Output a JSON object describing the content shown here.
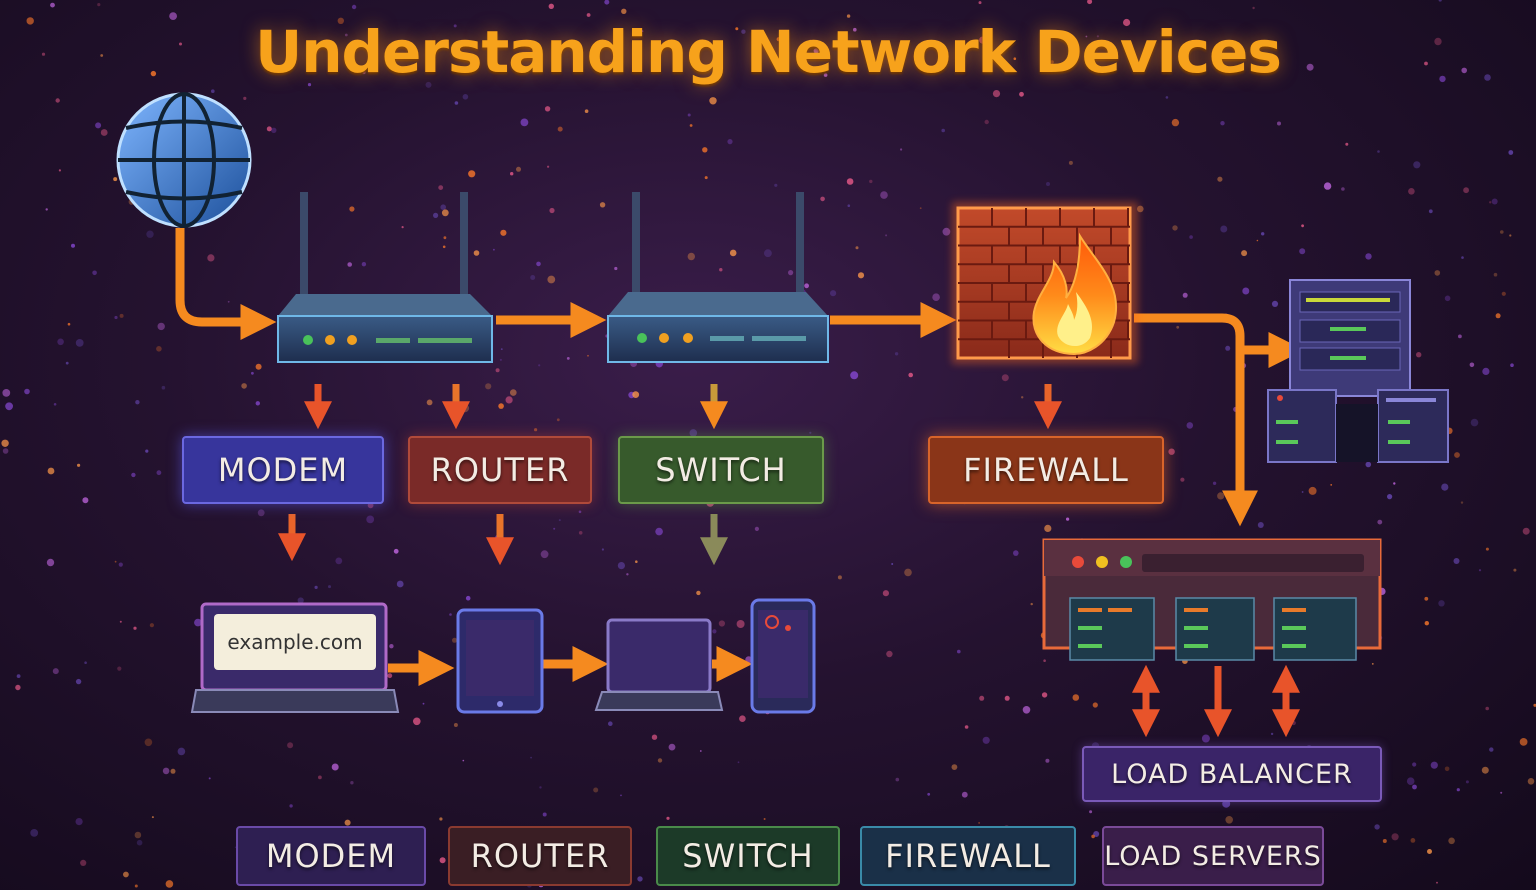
{
  "title": "Understanding Network Devices",
  "labels": {
    "modem": "MODEM",
    "router": "ROUTER",
    "switch": "SWITCH",
    "firewall": "FIREWALL",
    "load_balancer": "LOAD BALANCER"
  },
  "bottom_legend": [
    "MODEM",
    "ROUTER",
    "SWITCH",
    "FIREWALL",
    "LOAD SERVERS"
  ],
  "laptop_url": "example.com",
  "colors": {
    "title": "#f7a21b",
    "arrow": "#f58a1f",
    "modem": "#37359c",
    "router": "#7a2a28",
    "switch": "#375a2c",
    "firewall": "#8a3518",
    "load_balancer": "#3a2468"
  },
  "icons": [
    "globe-icon",
    "router-device-icon",
    "switch-device-icon",
    "firewall-icon",
    "server-rack-icon",
    "load-balancer-icon",
    "laptop-icon",
    "tablet-icon",
    "phone-icon"
  ]
}
